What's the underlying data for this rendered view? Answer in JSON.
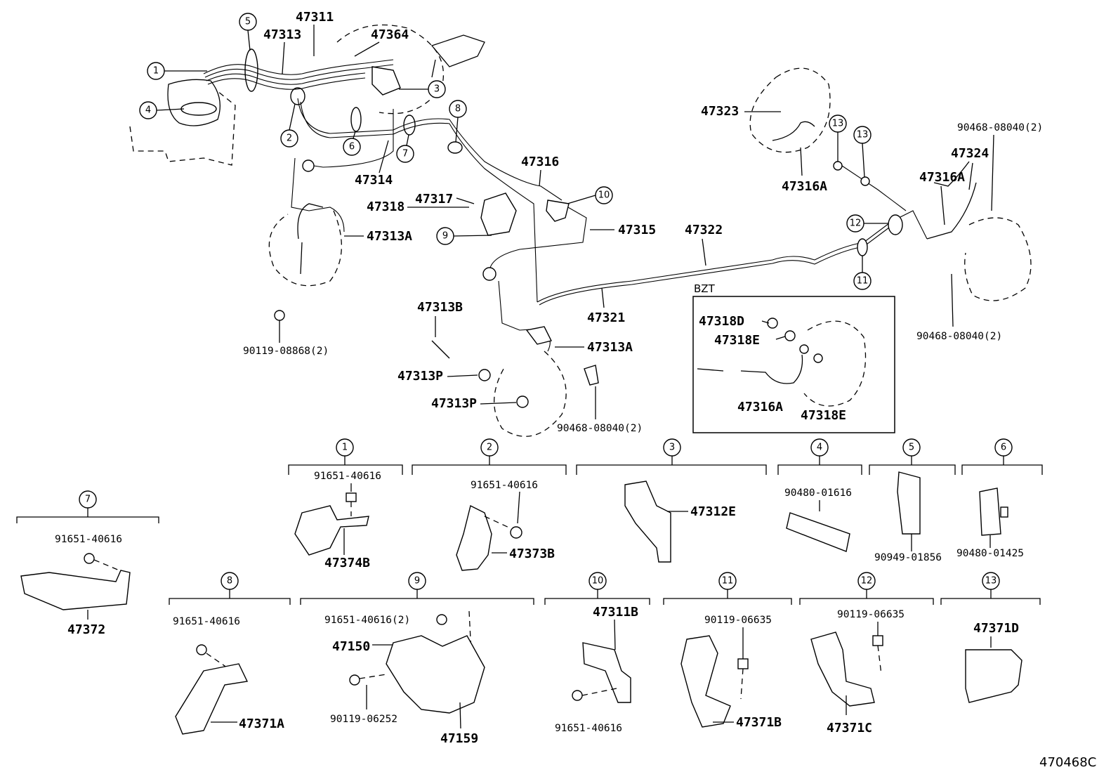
{
  "diagram_id": "470468C",
  "inset": {
    "title": "BZT",
    "parts": [
      "47318D",
      "47318E",
      "47316A",
      "47318E"
    ]
  },
  "main_parts": {
    "p47311": "47311",
    "p47313": "47313",
    "p47364": "47364",
    "p47314": "47314",
    "p47316": "47316",
    "p47317": "47317",
    "p47318": "47318",
    "p47313A_top": "47313A",
    "p47315": "47315",
    "p47322": "47322",
    "p47321": "47321",
    "p47313B": "47313B",
    "p47313A_mid": "47313A",
    "p47313P_1": "47313P",
    "p47313P_2": "47313P",
    "p90468_mid": "90468-08040(2)",
    "p90119_08868": "90119-08868(2)",
    "p47323": "47323",
    "p47316A_l": "47316A",
    "p47316A_r": "47316A",
    "p47324": "47324",
    "p90468_top": "90468-08040(2)",
    "p90468_bot": "90468-08040(2)"
  },
  "callouts": [
    "1",
    "2",
    "3",
    "4",
    "5",
    "6",
    "7",
    "8",
    "9",
    "10",
    "11",
    "12",
    "13"
  ],
  "detail_groups": [
    {
      "num": "1",
      "parts": [
        "91651-40616",
        "47374B"
      ]
    },
    {
      "num": "2",
      "parts": [
        "91651-40616",
        "47373B"
      ]
    },
    {
      "num": "3",
      "parts": [
        "47312E"
      ]
    },
    {
      "num": "4",
      "parts": [
        "90480-01616"
      ]
    },
    {
      "num": "5",
      "parts": [
        "90949-01856"
      ]
    },
    {
      "num": "6",
      "parts": [
        "90480-01425"
      ]
    },
    {
      "num": "7",
      "parts": [
        "91651-40616",
        "47372"
      ]
    },
    {
      "num": "8",
      "parts": [
        "91651-40616",
        "47371A"
      ]
    },
    {
      "num": "9",
      "parts": [
        "91651-40616(2)",
        "47150",
        "90119-06252",
        "47159"
      ]
    },
    {
      "num": "10",
      "parts": [
        "47311B",
        "91651-40616"
      ]
    },
    {
      "num": "11",
      "parts": [
        "90119-06635",
        "47371B"
      ]
    },
    {
      "num": "12",
      "parts": [
        "90119-06635",
        "47371C"
      ]
    },
    {
      "num": "13",
      "parts": [
        "47371D"
      ]
    }
  ]
}
